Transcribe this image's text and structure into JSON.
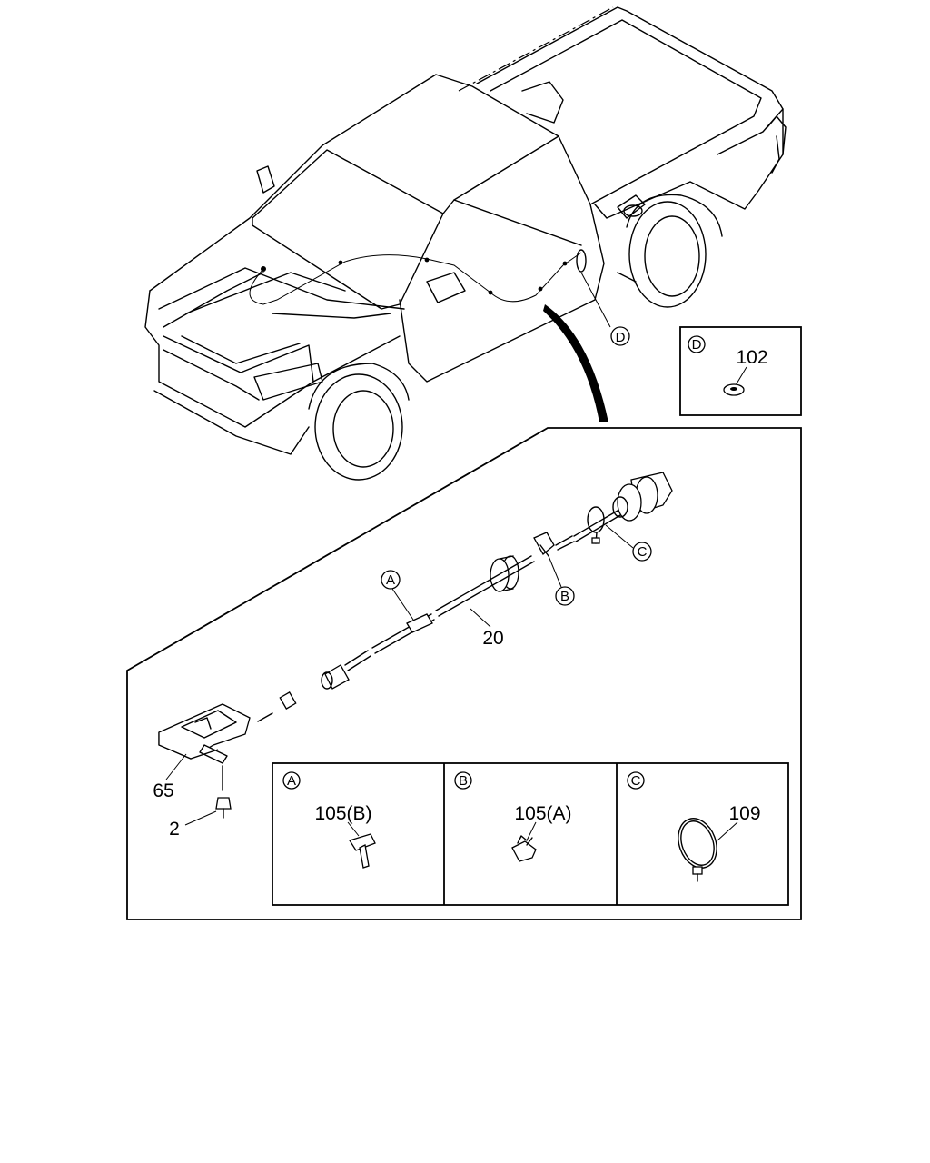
{
  "callouts": {
    "D_label": "D",
    "A_label": "A",
    "B_label": "B",
    "C_label": "C"
  },
  "parts": {
    "p102": "102",
    "p20": "20",
    "p65": "65",
    "p2": "2",
    "p105B": "105(B)",
    "p105A": "105(A)",
    "p109": "109"
  },
  "detail_boxes": {
    "D": "D",
    "A": "A",
    "B": "B",
    "C": "C"
  }
}
